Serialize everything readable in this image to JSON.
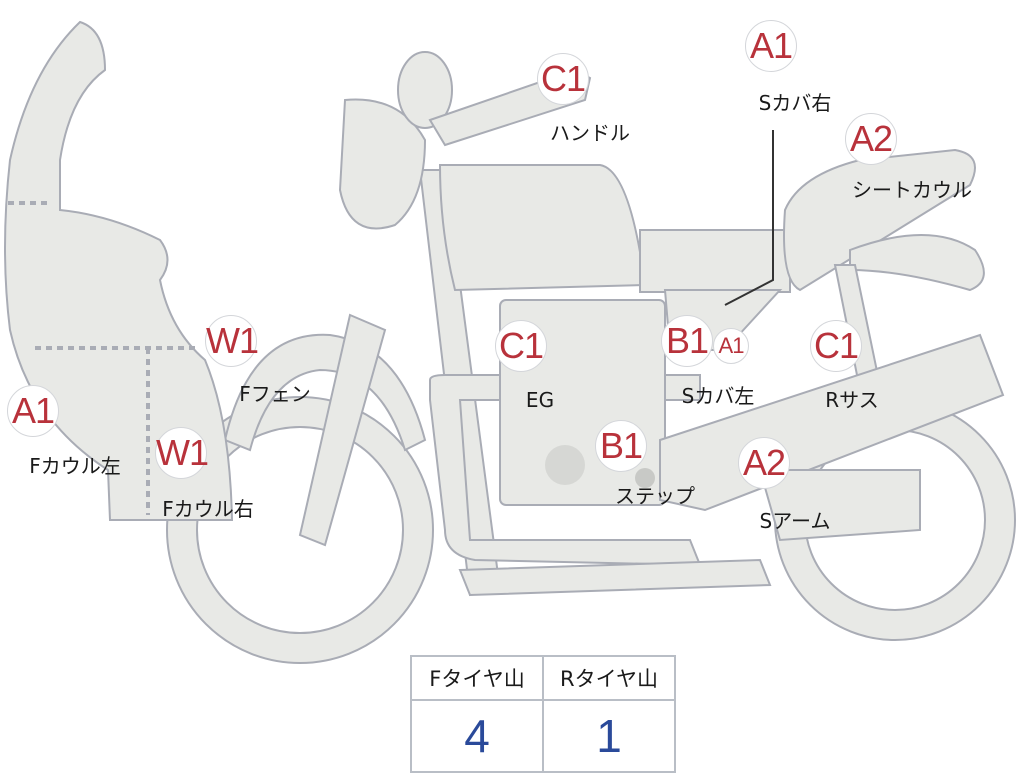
{
  "colors": {
    "code": "#b8323b",
    "body_fill": "#e8e9e6",
    "outline": "#a9acb5",
    "value": "#2a4a9a"
  },
  "callouts": [
    {
      "code": "A1",
      "label": "Fカウル左"
    },
    {
      "code": "W1",
      "label": "Fカウル右"
    },
    {
      "code": "W1",
      "label": "Fフェン"
    },
    {
      "code": "C1",
      "label": "ハンドル"
    },
    {
      "code": "C1",
      "label": "EG"
    },
    {
      "code": "B1",
      "label": "ステップ"
    },
    {
      "code": "B1",
      "code2": "A1",
      "label": "Sカバ左"
    },
    {
      "code": "C1",
      "label": "Rサス"
    },
    {
      "code": "A2",
      "label": "Sアーム"
    },
    {
      "code": "A1",
      "label": "Sカバ右"
    },
    {
      "code": "A2",
      "label": "シートカウル"
    }
  ],
  "tire_table": {
    "headers": [
      "Fタイヤ山",
      "Rタイヤ山"
    ],
    "values": [
      "4",
      "1"
    ]
  }
}
